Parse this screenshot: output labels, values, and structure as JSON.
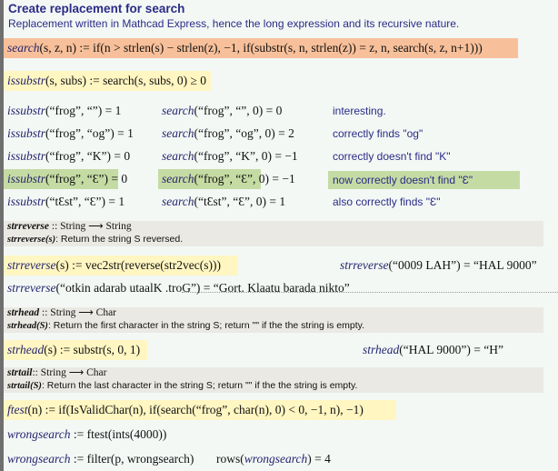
{
  "header": {
    "title": "Create replacement for search",
    "subtitle": "Replacement written in Mathcad Express, hence the long expression and its recursive nature."
  },
  "search_def": {
    "name": "search",
    "rest": "(s, z, n) := if(n > strlen(s) − strlen(z), −1, if(substr(s, n, strlen(z)) = z, n, search(s, z, n+1)))"
  },
  "issubstr_def": {
    "name": "issubstr",
    "rest": "(s, subs) := search(s, subs, 0) ≥ 0"
  },
  "tests": [
    {
      "a_name": "issubstr",
      "a_rest": "(“frog”, “”) = 1",
      "b_name": "search",
      "b_rest": "(“frog”, “”, 0) = 0",
      "note": "interesting."
    },
    {
      "a_name": "issubstr",
      "a_rest": "(“frog”, “og”) = 1",
      "b_name": "search",
      "b_rest": "(“frog”, “og”, 0) = 2",
      "note": "correctly finds \"og\""
    },
    {
      "a_name": "issubstr",
      "a_rest": "(“frog”, “K”) = 0",
      "b_name": "search",
      "b_rest": "(“frog”, “K”, 0) = −1",
      "note": "correctly doesn't find \"K\""
    },
    {
      "a_name": "issubstr",
      "a_rest": "(“frog”, “Ɛ”) = 0",
      "b_name": "search",
      "b_rest": "(“frog”, “Ɛ”, 0) = −1",
      "note": "now correctly doesn't find \"Ɛ\""
    },
    {
      "a_name": "issubstr",
      "a_rest": "(“tƐst”, “Ɛ”) = 1",
      "b_name": "search",
      "b_rest": "(“tƐst”, “Ɛ”, 0) = 1",
      "note": "also correctly finds \"Ɛ\""
    }
  ],
  "strreverse_doc": {
    "sig_name": "strreverse",
    "sig_rest": " :: String ⟶ String",
    "desc_name": "strreverse(s)",
    "desc": ": Return the string S reversed."
  },
  "strreverse_def": {
    "name": "strreverse",
    "rest": "(s) := vec2str(reverse(str2vec(s)))"
  },
  "strreverse_eval1": {
    "name": "strreverse",
    "rest": "(“0009 LAH”) = “HAL 9000”"
  },
  "strreverse_eval2": {
    "name": "strreverse",
    "rest": "(“otkin adarab utaalK .troG”) = “Gort. Klaatu barada nikto”"
  },
  "strhead_doc": {
    "sig_name": "strhead",
    "sig_rest": " :: String ⟶ Char",
    "desc_name": "strhead(S)",
    "desc": ": Return the first character in the string S; return \"\" if the the string is empty."
  },
  "strhead_def": {
    "name": "strhead",
    "rest": "(s) := substr(s, 0, 1)"
  },
  "strhead_eval": {
    "name": "strhead",
    "rest": "(“HAL 9000”) = “H”"
  },
  "strtail_doc": {
    "sig_name": "strtail",
    "sig_rest": ":: String ⟶ Char",
    "desc_name": "strtail(S)",
    "desc": ": Return the last character in the string S; return \"\" if the the string is empty."
  },
  "ftest_def": {
    "name": "ftest",
    "rest": "(n) := if(IsValidChar(n), if(search(“frog”, char(n), 0) < 0, −1, n), −1)"
  },
  "wrongsearch1": {
    "name": "wrongsearch",
    "rest": " := ftest(ints(4000))"
  },
  "wrongsearch2": {
    "name": "wrongsearch",
    "rest": " := filter(p, wrongsearch)"
  },
  "rows_eval": {
    "prefix": "rows(",
    "name": "wrongsearch",
    "rest": ") = 4"
  },
  "colors": {
    "orange": "#f8c09a",
    "yellow": "#fff6c2",
    "green": "#c5dba4",
    "doc": "#ebe9e3",
    "text": "#2b2b86"
  }
}
